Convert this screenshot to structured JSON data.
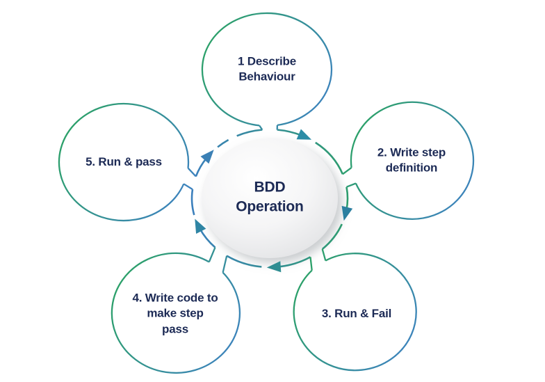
{
  "diagram": {
    "hub": {
      "label": "BDD\nOperation"
    },
    "steps": [
      {
        "label": "1 Describe\nBehaviour"
      },
      {
        "label": "2. Write step\ndefinition"
      },
      {
        "label": "3. Run & Fail"
      },
      {
        "label": "4. Write code to\nmake step\npass"
      },
      {
        "label": "5. Run & pass"
      }
    ],
    "colors": {
      "background": "#ffffff",
      "text": "#1c2a55",
      "circle_gradient_start": "#2ba264",
      "circle_gradient_end": "#3d82c0",
      "ring_gradient_left": "#3b7fbc",
      "ring_gradient_right": "#2e9d6e",
      "arrowheads": [
        "#2b8ca6",
        "#2b7fa0",
        "#2f8d92",
        "#2f85a4",
        "#3b80b5"
      ],
      "hub_fill_center": "#ffffff",
      "hub_fill_mid": "#f5f5f6",
      "hub_fill_edge": "#e2e3e5",
      "hub_shadow": "#9ba1a6"
    }
  }
}
